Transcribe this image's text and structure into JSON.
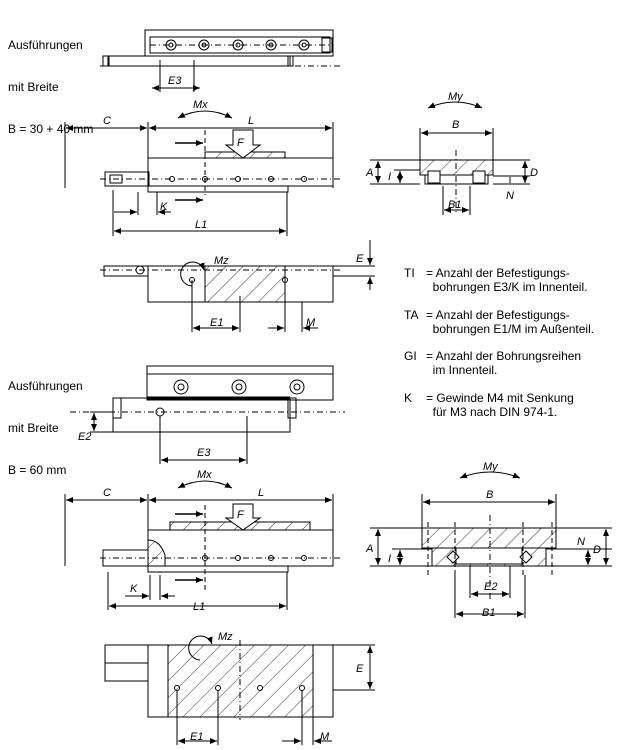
{
  "section1": {
    "line1": "Ausführungen",
    "line2": "mit Breite",
    "line3": "B = 30 + 40 mm"
  },
  "section2": {
    "line1": "Ausführungen",
    "line2": "mit Breite",
    "line3": "B = 60 mm"
  },
  "labels": {
    "E3": "E3",
    "Mx": "Mx",
    "My": "My",
    "Mz": "Mz",
    "C": "C",
    "L": "L",
    "F": "F",
    "K": "K",
    "L1": "L1",
    "B": "B",
    "A": "A",
    "I": "I",
    "D": "D",
    "N": "N",
    "B1": "B1",
    "E": "E",
    "E1": "E1",
    "M": "M",
    "E2": "E2"
  },
  "legend": [
    {
      "key": "TI",
      "text": "= Anzahl der Befestigungs-\n  bohrungen E3/K im Innenteil."
    },
    {
      "key": "TA",
      "text": "= Anzahl der Befestigungs-\n  bohrungen E1/M im Außenteil."
    },
    {
      "key": "GI",
      "text": "= Anzahl der Bohrungsreihen\n  im Innenteil."
    },
    {
      "key": "K",
      "text": "= Gewinde M4 mit Senkung\n  für M3 nach DIN 974-1."
    }
  ]
}
